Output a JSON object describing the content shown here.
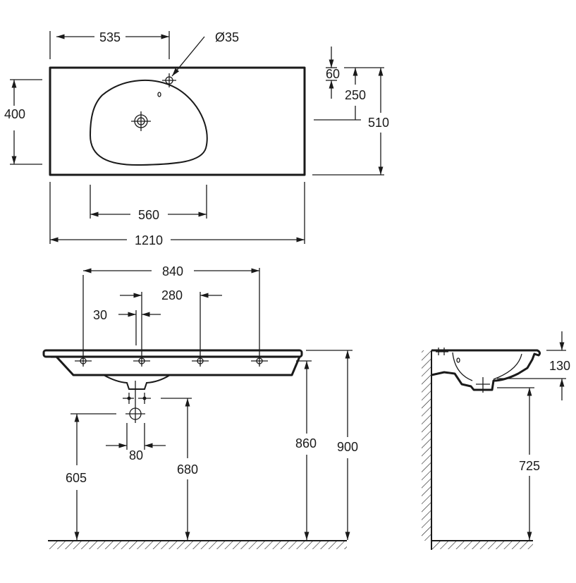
{
  "drawing": {
    "top_view": {
      "width_total": "1210",
      "tap_offset": "535",
      "tap_hole": "Ø35",
      "bowl_depth": "400",
      "bowl_width": "560",
      "depth_total": "510",
      "edge_to_tap": "60",
      "edge_to_drain": "250"
    },
    "front_view": {
      "tap_span": "840",
      "tap_spacing": "280",
      "tap_offset": "30",
      "waste_spacing": "80",
      "waste_height_a": "605",
      "waste_height_b": "680",
      "underside_height": "860",
      "top_height": "900"
    },
    "side_view": {
      "basin_height": "130",
      "bottom_height": "725"
    }
  }
}
